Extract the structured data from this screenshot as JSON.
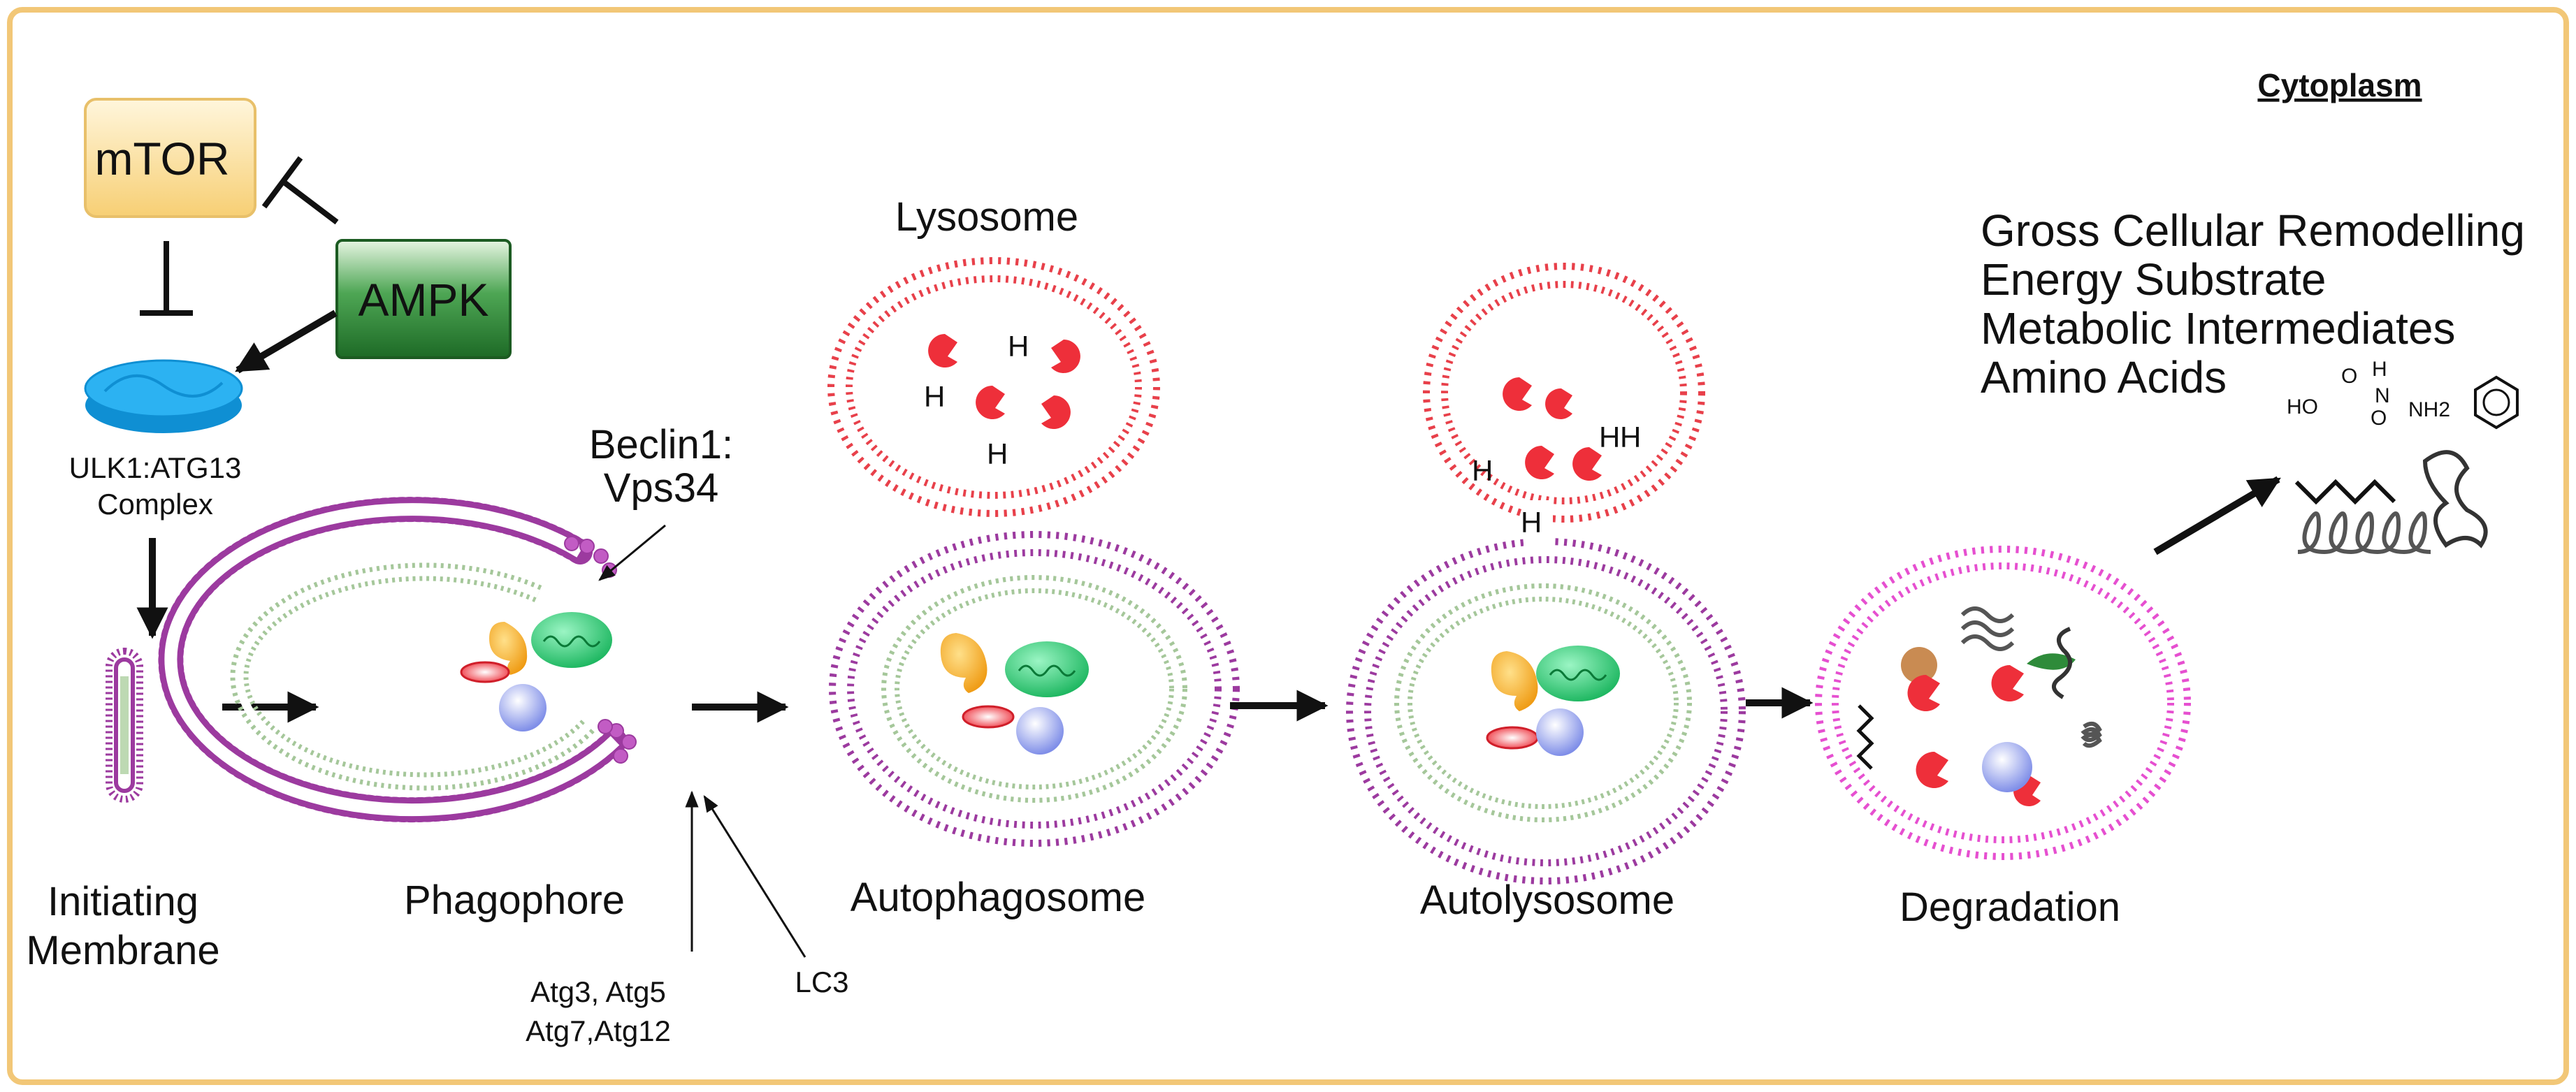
{
  "header": {
    "compartment": "Cytoplasm"
  },
  "regulators": {
    "mtor": "mTOR",
    "ampk": "AMPK",
    "complex_line1": "ULK1:ATG13",
    "complex_line2": "Complex"
  },
  "proteins": {
    "beclin_line1": "Beclin1:",
    "beclin_line2": "Vps34",
    "atg_line1": "Atg3, Atg5",
    "atg_line2": "Atg7,Atg12",
    "lc3": "LC3"
  },
  "stages": {
    "initiating_line1": "Initiating",
    "initiating_line2": "Membrane",
    "phagophore": "Phagophore",
    "lysosome": "Lysosome",
    "autophagosome": "Autophagosome",
    "autolysosome": "Autolysosome",
    "degradation": "Degradation"
  },
  "products": [
    "Gross Cellular Remodelling",
    "Energy Substrate",
    "Metabolic Intermediates",
    "Amino Acids"
  ],
  "chemistry": {
    "hydrogen": "H",
    "ho": "HO",
    "o": "O",
    "n": "N",
    "nh2": "NH2"
  },
  "colors": {
    "frame": "#f2c777",
    "membrane_purple": "#9c3a9f",
    "inner_green": "#a5c79a",
    "lysosome_red": "#e8404a",
    "degradation_pink": "#e64fd0",
    "mtor_fill": "#fbe2a6",
    "ampk_fill": "#2f8a3a",
    "ulk1_blue": "#1fa6e8",
    "mito_green": "#2fcf7a",
    "orange": "#f5a623",
    "sphere_blue": "#9aa6f0"
  }
}
